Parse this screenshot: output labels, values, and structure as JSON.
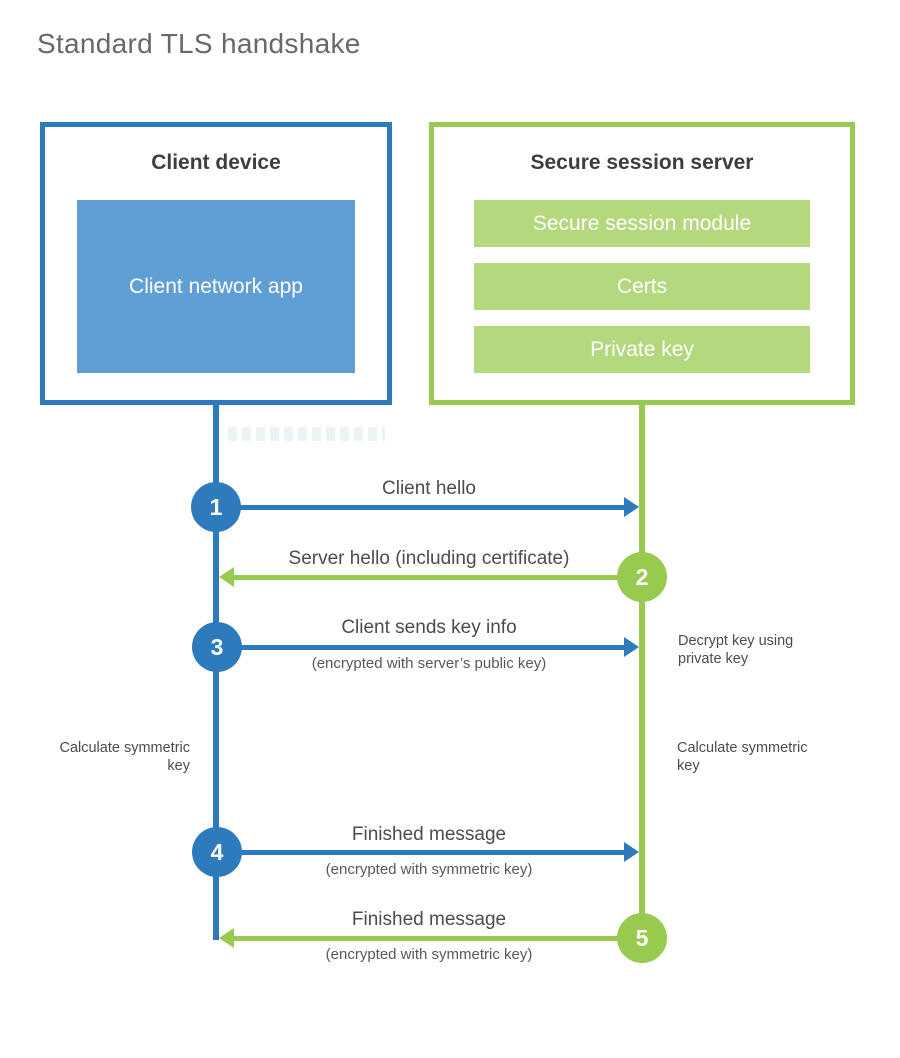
{
  "title": "Standard TLS handshake",
  "colors": {
    "blue": "#2d7abd",
    "blue_fill": "#5f9fd6",
    "green": "#97ca4e",
    "green_fill": "#b3d87e",
    "heading_text": "#3d3d3d",
    "label_text": "#4c4c4c",
    "title_text": "#66696b"
  },
  "client": {
    "title": "Client device",
    "app": "Client network app"
  },
  "server": {
    "title": "Secure session server",
    "modules": [
      "Secure session module",
      "Certs",
      "Private key"
    ]
  },
  "steps": [
    {
      "num": "1",
      "direction": "right",
      "actor": "client",
      "label": "Client hello",
      "sub": ""
    },
    {
      "num": "2",
      "direction": "left",
      "actor": "server",
      "label": "Server hello (including certificate)",
      "sub": ""
    },
    {
      "num": "3",
      "direction": "right",
      "actor": "client",
      "label": "Client sends key info",
      "sub": "(encrypted with server’s public key)"
    },
    {
      "num": "4",
      "direction": "right",
      "actor": "client",
      "label": "Finished message",
      "sub": "(encrypted with symmetric key)"
    },
    {
      "num": "5",
      "direction": "left",
      "actor": "server",
      "label": "Finished message",
      "sub": "(encrypted with symmetric key)"
    }
  ],
  "notes": {
    "decrypt": "Decrypt key using private key",
    "calculate_left": "Calculate symmetric key",
    "calculate_right": "Calculate symmetric key"
  }
}
